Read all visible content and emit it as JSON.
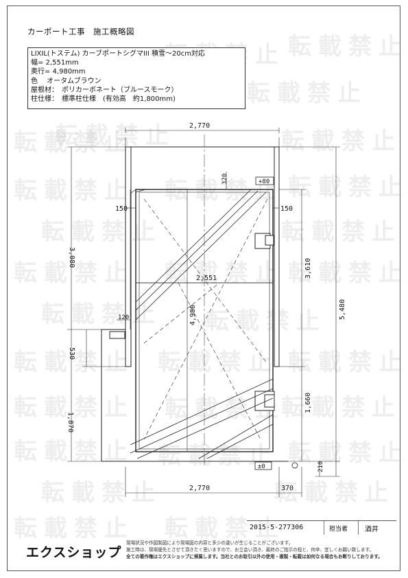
{
  "heading": "カーポート工事　施工概略図",
  "spec": {
    "line1": "LIXIL(トステム) カーブポートシグマIII 積雪～20cm対応",
    "line2": "幅= 2,551mm",
    "line3": "奥行= 4,980mm",
    "line4": "色　 オータムブラウン",
    "line5": "屋根材：　ポリカーボネート（ブルースモーク）",
    "line6": "柱仕様：　標準柱仕様　(有効高　約1,800mm)"
  },
  "watermark": "転載禁止",
  "dimensions": {
    "top_width": "2,770",
    "roof_width": "2,551",
    "roof_depth": "4,980",
    "offset_320": "320",
    "left_150": "150",
    "right_150": "150",
    "left_3080": "3,080",
    "left_120": "120",
    "left_530": "530",
    "left_1870": "1,870",
    "right_3610": "3,610",
    "right_5480": "5,480",
    "right_1660": "1,660",
    "right_210": "210",
    "bottom_width": "2,770",
    "bottom_370": "370",
    "level_top": "+80",
    "level_bottom": "±0"
  },
  "titleblock": {
    "number": "2015-5-277306",
    "role": "担当者",
    "name": "酒井"
  },
  "logo": "エクスショップ",
  "notes": {
    "line1": "現場状況や作図製図により現場図の内容と多少の違いが生じることがございます。",
    "line2": "施工時は、現場優先とさせて頂きたく思いますので、お立会い頂き、最終のご指示の程と、何卒、宜しくお願い致します。",
    "line3": "全ての著作権はエクスショップに帰属します。当社とのお取引以外の使用・複製・転載は如何なる場合もお断りしております。"
  }
}
